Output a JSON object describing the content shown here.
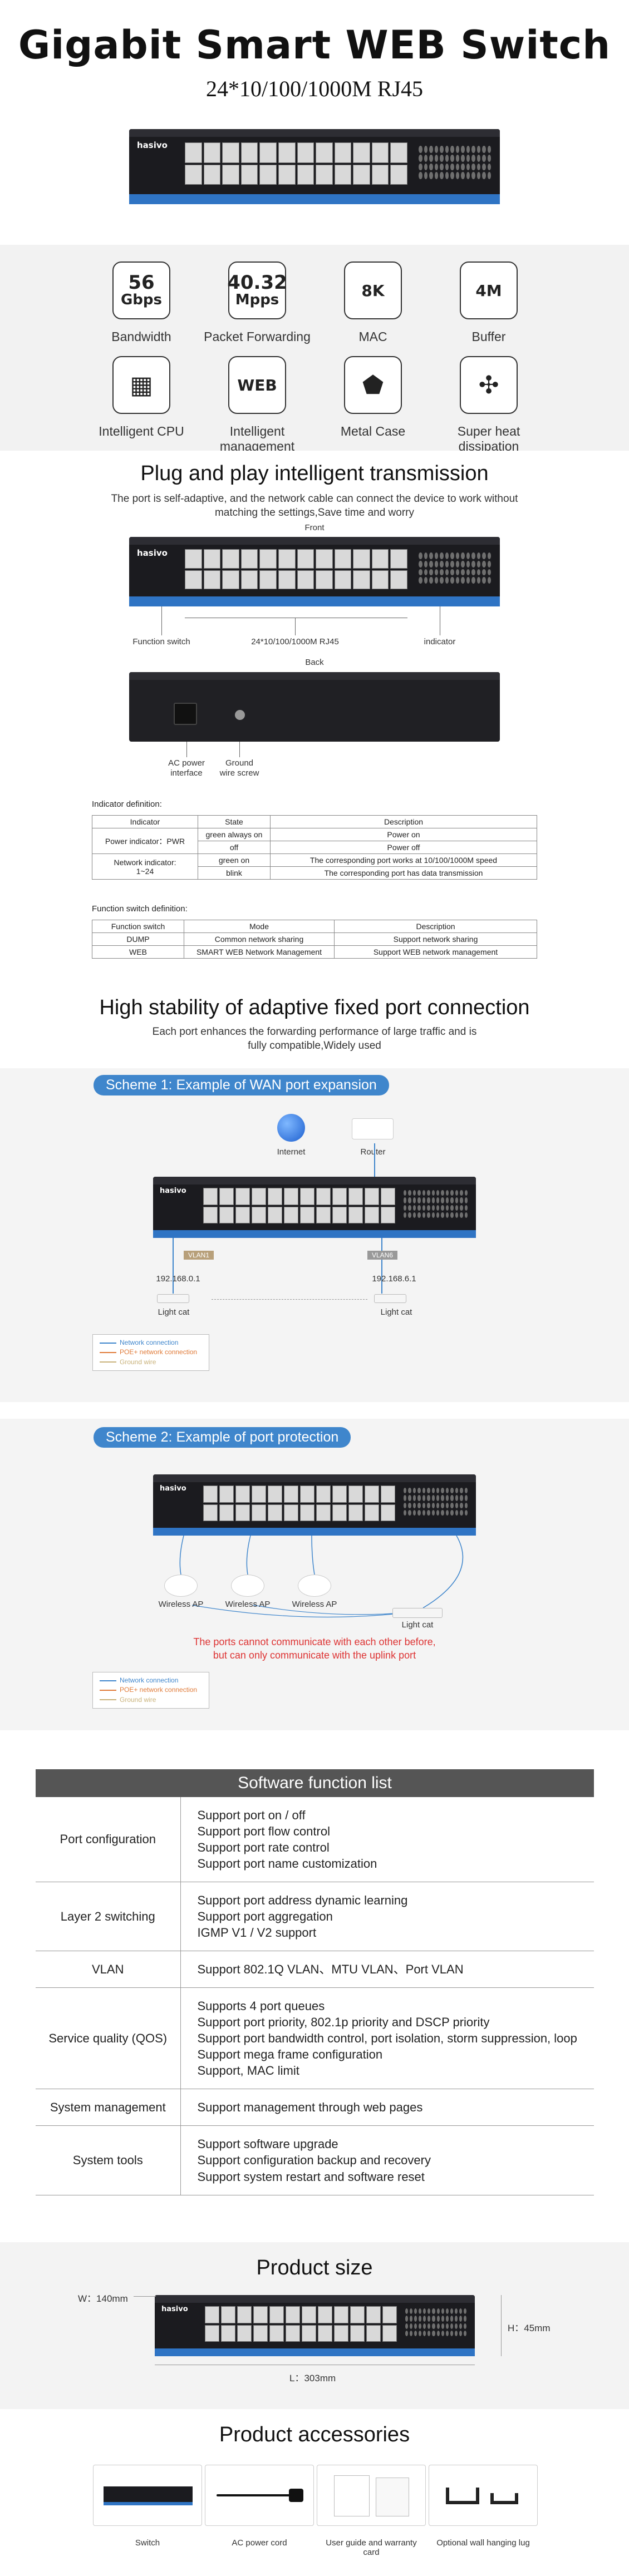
{
  "hero": {
    "title": "Gigabit Smart WEB Switch",
    "subtitle": "24*10/100/1000M RJ45",
    "brand": "hasivo"
  },
  "features": [
    {
      "value": "56",
      "unit": "Gbps",
      "caption": "Bandwidth"
    },
    {
      "value": "40.32",
      "unit": "Mpps",
      "caption": "Packet Forwarding"
    },
    {
      "value": "8K",
      "unit": "",
      "caption": "MAC"
    },
    {
      "value": "4M",
      "unit": "",
      "caption": "Buffer"
    },
    {
      "value": "",
      "unit": "",
      "icon": "cpu-chip-icon",
      "caption": "Intelligent CPU"
    },
    {
      "value": "WEB",
      "unit": "",
      "caption": "Intelligent management"
    },
    {
      "value": "",
      "unit": "",
      "icon": "metal-case-icon",
      "caption": "Metal Case"
    },
    {
      "value": "",
      "unit": "",
      "icon": "fans-icon",
      "caption": "Super heat dissipation"
    }
  ],
  "plug": {
    "title": "Plug and play intelligent transmission",
    "subtitle_line1": "The port is self-adaptive, and the network cable can connect the device to work without",
    "subtitle_line2": "matching the settings,Save time and worry",
    "front_label": "Front",
    "back_label": "Back",
    "front_callouts": {
      "function_switch": "Function switch",
      "ports": "24*10/100/1000M RJ45",
      "indicator": "indicator"
    },
    "back_callouts": {
      "ac_power_1": "AC power",
      "ac_power_2": "interface",
      "ground_1": "Ground",
      "ground_2": "wire screw"
    },
    "indicator_caption": "Indicator definition:",
    "indicator_table": {
      "headers": [
        "Indicator",
        "State",
        "Description"
      ],
      "rows": [
        {
          "indicator": "Power indicator：PWR",
          "state": "green always on",
          "desc": "Power on"
        },
        {
          "indicator": "",
          "state": "off",
          "desc": "Power off"
        },
        {
          "indicator": "Network indicator:",
          "indicator2": "1~24",
          "state": "green on",
          "desc": "The corresponding port works at 10/100/1000M speed"
        },
        {
          "indicator": "",
          "state": "blink",
          "desc": "The corresponding port has data transmission"
        }
      ]
    },
    "function_caption": "Function switch definition:",
    "function_table": {
      "headers": [
        "Function switch",
        "Mode",
        "Description"
      ],
      "rows": [
        {
          "sw": "DUMP",
          "mode": "Common network sharing",
          "desc": "Support network sharing"
        },
        {
          "sw": "WEB",
          "mode": "SMART WEB Network Management",
          "desc": "Support WEB network management"
        }
      ]
    }
  },
  "stability": {
    "title": "High stability of adaptive fixed port connection",
    "sub1": "Each port enhances the forwarding performance of large traffic and is",
    "sub2": "fully compatible,Widely used",
    "scheme1": {
      "tag": "Scheme 1: Example of WAN port expansion",
      "internet": "Internet",
      "router": "Router",
      "vlan1": "VLAN1",
      "vlan6": "VLAN6",
      "ip1": "192.168.0.1",
      "ip2": "192.168.6.1",
      "cat1": "Light cat",
      "cat2": "Light cat"
    },
    "scheme2": {
      "tag": "Scheme 2: Example of port protection",
      "ap1": "Wireless AP",
      "ap2": "Wireless AP",
      "ap3": "Wireless AP",
      "cat": "Light cat",
      "note1": "The ports cannot communicate with each other before,",
      "note2": "but can only communicate with the uplink port"
    },
    "legend": {
      "network": "Network connection",
      "poe": "POE+ network connection",
      "ground": "Ground wire",
      "colors": {
        "network": "#3f86cc",
        "poe": "#e07b39",
        "ground": "#c9b27a"
      }
    }
  },
  "software": {
    "title": "Software function list",
    "rows": [
      {
        "category": "Port configuration",
        "items": [
          "Support port on / off",
          "Support port flow control",
          "Support port rate control",
          "Support port name customization"
        ]
      },
      {
        "category": "Layer 2 switching",
        "items": [
          "Support port address dynamic learning",
          "Support port aggregation",
          "IGMP V1 / V2 support"
        ]
      },
      {
        "category": "VLAN",
        "items": [
          "Support 802.1Q VLAN、MTU VLAN、Port VLAN"
        ]
      },
      {
        "category": "Service quality (QOS)",
        "items": [
          "Supports 4 port queues",
          "Support port priority, 802.1p priority and DSCP priority",
          "Support port bandwidth control, port isolation, storm suppression, loop",
          "Support mega frame configuration",
          "Support, MAC limit"
        ]
      },
      {
        "category": "System management",
        "items": [
          "Support management through web pages"
        ]
      },
      {
        "category": "System tools",
        "items": [
          "Support software upgrade",
          "Support configuration backup and recovery",
          "Support system restart and software reset"
        ]
      }
    ]
  },
  "size": {
    "title": "Product size",
    "width": "W：140mm",
    "height": "H：45mm",
    "length": "L：303mm"
  },
  "accessories": {
    "title": "Product accessories",
    "items": [
      "Switch",
      "AC power cord",
      "User guide and warranty card",
      "Optional wall hanging lug"
    ]
  }
}
